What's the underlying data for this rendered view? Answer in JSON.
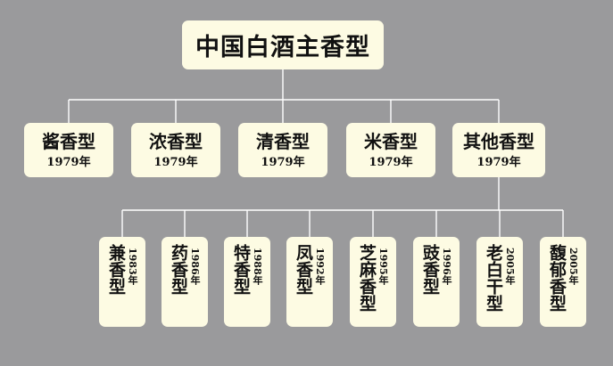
{
  "root": {
    "label": "中国白酒主香型"
  },
  "categories": [
    {
      "name": "酱香型",
      "year": "1979年"
    },
    {
      "name": "浓香型",
      "year": "1979年"
    },
    {
      "name": "清香型",
      "year": "1979年"
    },
    {
      "name": "米香型",
      "year": "1979年"
    },
    {
      "name": "其他香型",
      "year": "1979年"
    }
  ],
  "other_types": [
    {
      "name": "兼香型",
      "year": "1983年"
    },
    {
      "name": "药香型",
      "year": "1986年"
    },
    {
      "name": "特香型",
      "year": "1988年"
    },
    {
      "name": "凤香型",
      "year": "1992年"
    },
    {
      "name": "芝麻香型",
      "year": "1995年"
    },
    {
      "name": "豉香型",
      "year": "1996年"
    },
    {
      "name": "老白干型",
      "year": "2005年"
    },
    {
      "name": "馥郁香型",
      "year": "2005年"
    }
  ],
  "colors": {
    "background": "#9a9a9c",
    "box": "#fdfbe3",
    "line": "#ffffff",
    "text": "#111111"
  }
}
